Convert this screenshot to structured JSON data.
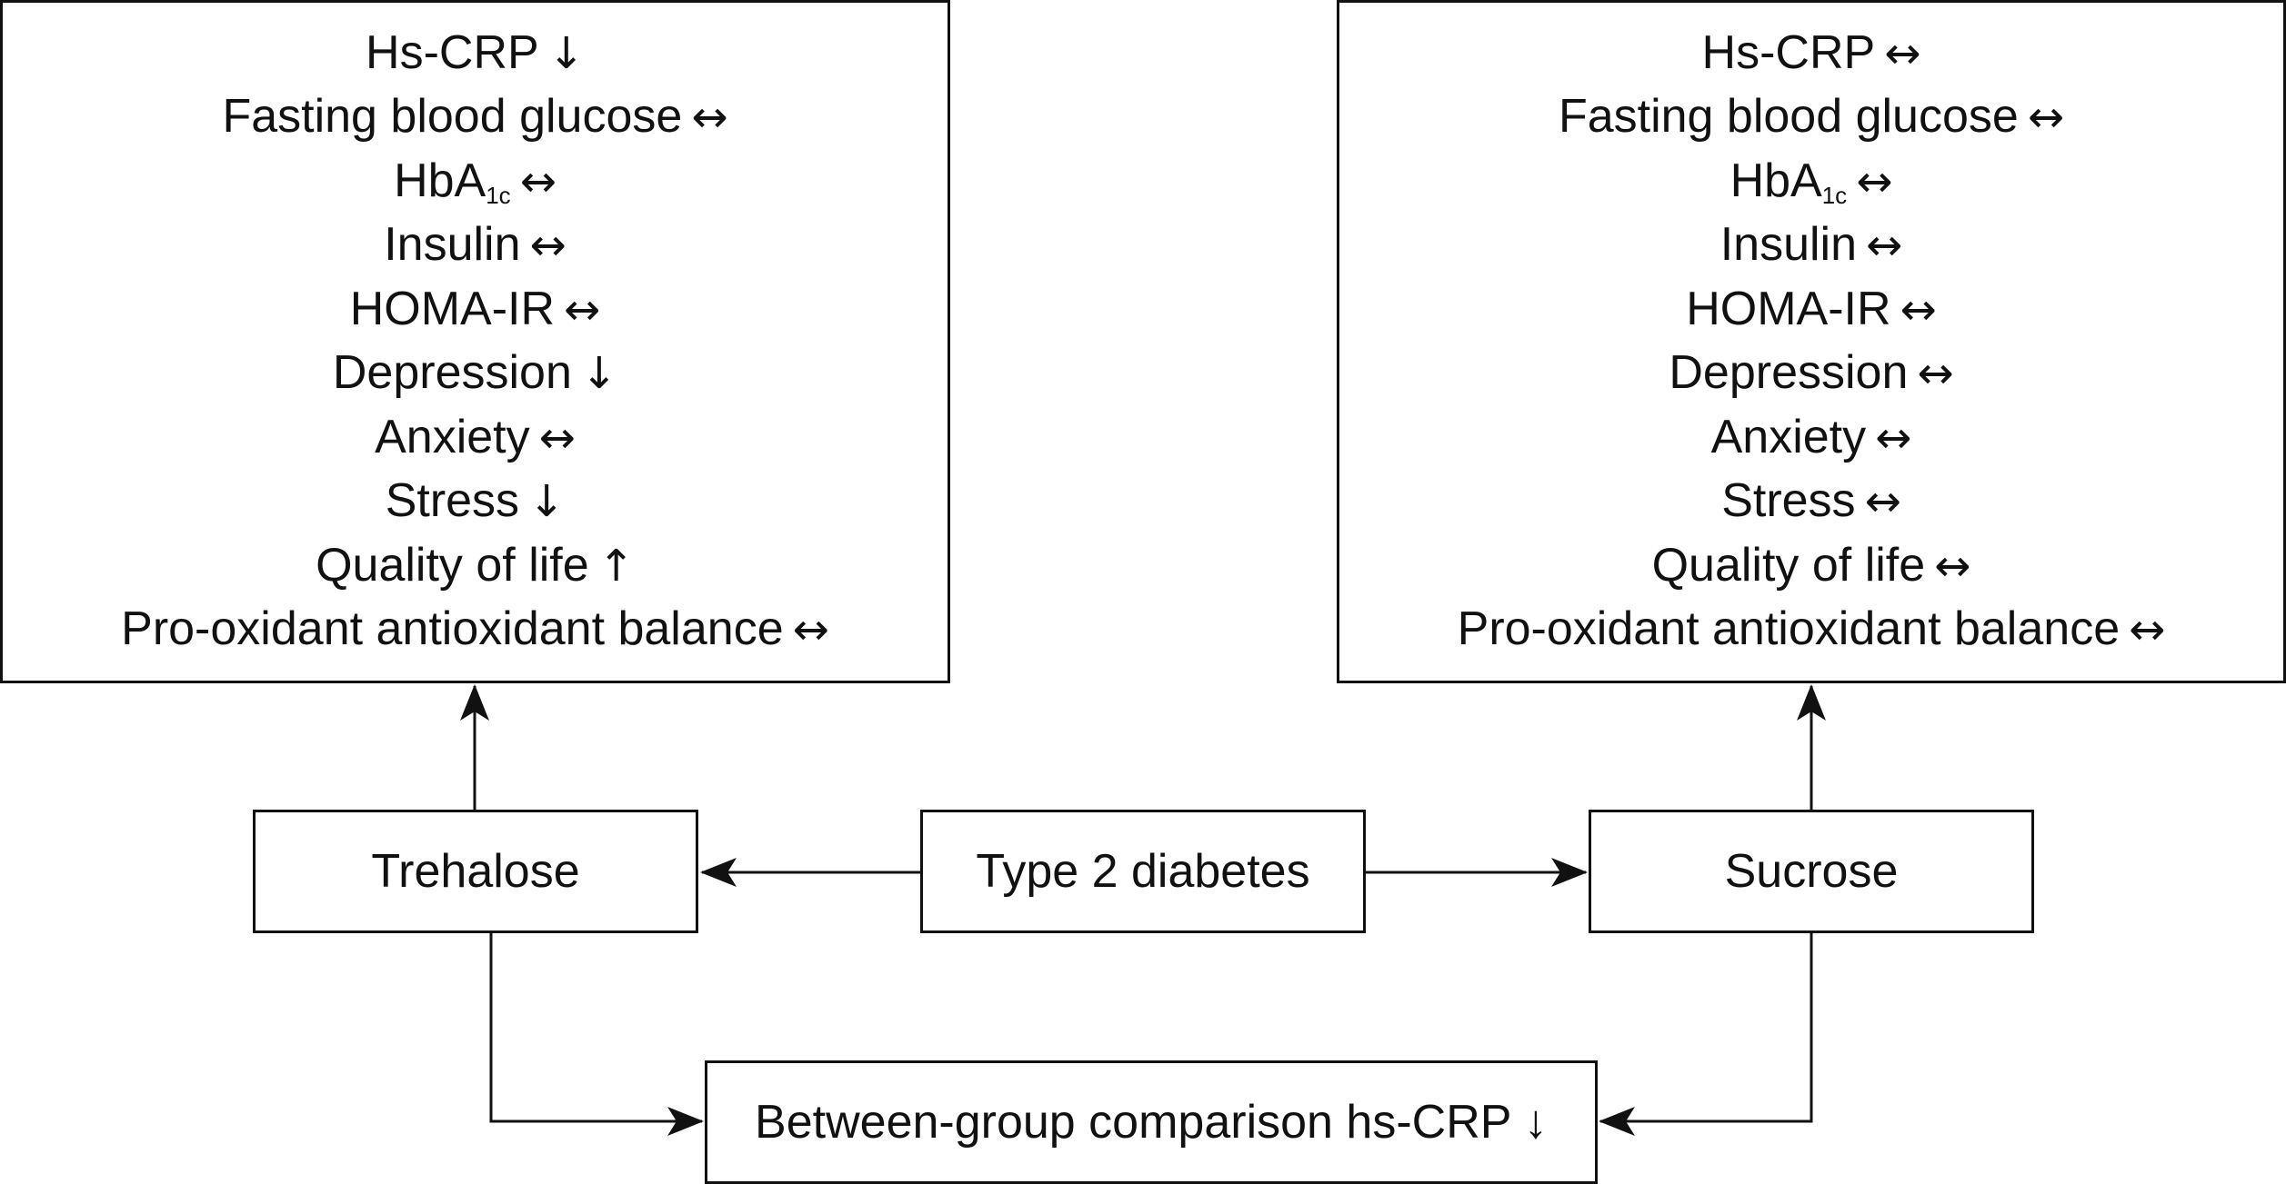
{
  "left_panel": {
    "items": [
      {
        "label": "Hs-CRP",
        "sub": "",
        "suffix": "",
        "arrow": "↓"
      },
      {
        "label": "Fasting blood glucose",
        "sub": "",
        "suffix": "",
        "arrow": "↔"
      },
      {
        "label": "HbA",
        "sub": "1c",
        "suffix": "",
        "arrow": "↔"
      },
      {
        "label": "Insulin",
        "sub": "",
        "suffix": "",
        "arrow": "↔"
      },
      {
        "label": "HOMA-IR",
        "sub": "",
        "suffix": "",
        "arrow": "↔"
      },
      {
        "label": "Depression",
        "sub": "",
        "suffix": "",
        "arrow": "↓"
      },
      {
        "label": "Anxiety",
        "sub": "",
        "suffix": "",
        "arrow": "↔"
      },
      {
        "label": "Stress",
        "sub": "",
        "suffix": "",
        "arrow": "↓"
      },
      {
        "label": "Quality of life",
        "sub": "",
        "suffix": "",
        "arrow": "↑"
      },
      {
        "label": "Pro-oxidant antioxidant balance",
        "sub": "",
        "suffix": "",
        "arrow": "↔"
      }
    ]
  },
  "right_panel": {
    "items": [
      {
        "label": "Hs-CRP",
        "sub": "",
        "suffix": "",
        "arrow": "↔"
      },
      {
        "label": "Fasting blood glucose",
        "sub": "",
        "suffix": "",
        "arrow": "↔"
      },
      {
        "label": "HbA",
        "sub": "1c",
        "suffix": "",
        "arrow": "↔"
      },
      {
        "label": "Insulin",
        "sub": "",
        "suffix": "",
        "arrow": "↔"
      },
      {
        "label": "HOMA-IR",
        "sub": "",
        "suffix": "",
        "arrow": "↔"
      },
      {
        "label": "Depression",
        "sub": "",
        "suffix": "",
        "arrow": "↔"
      },
      {
        "label": "Anxiety",
        "sub": "",
        "suffix": "",
        "arrow": "↔"
      },
      {
        "label": "Stress",
        "sub": "",
        "suffix": "",
        "arrow": "↔"
      },
      {
        "label": "Quality of life",
        "sub": "",
        "suffix": "",
        "arrow": "↔"
      },
      {
        "label": "Pro-oxidant antioxidant balance",
        "sub": "",
        "suffix": "",
        "arrow": "↔"
      }
    ]
  },
  "nodes": {
    "trehalose": "Trehalose",
    "type2": "Type 2 diabetes",
    "sucrose": "Sucrose",
    "between": "Between-group comparison hs-CRP ↓"
  },
  "colors": {
    "stroke": "#111111",
    "background": "#ffffff"
  }
}
